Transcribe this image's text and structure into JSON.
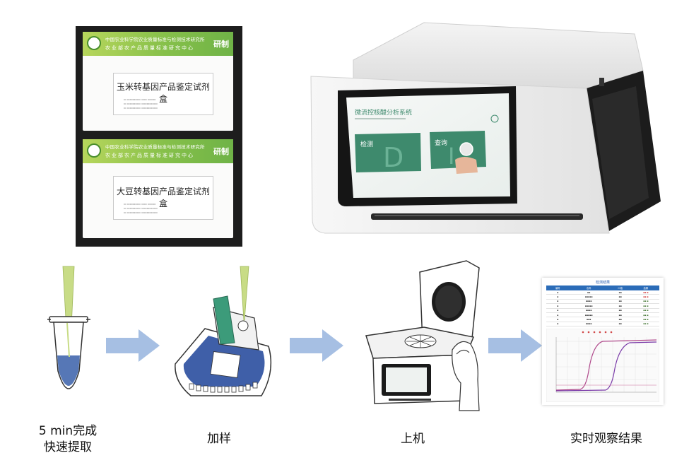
{
  "kits": [
    {
      "org_line1": "中国农业科学院农业质量标准与检测技术研究所",
      "org_line2": "农业部农产品质量标准研究中心",
      "brand": "研制",
      "title": "玉米转基因产品鉴定试剂盒"
    },
    {
      "org_line1": "中国农业科学院农业质量标准与检测技术研究所",
      "org_line2": "农业部农产品质量标准研究中心",
      "brand": "研制",
      "title": "大豆转基因产品鉴定试剂盒"
    }
  ],
  "instrument": {
    "screen_title": "微流控核酸分析系统",
    "buttons": [
      {
        "label": "检测",
        "glyph": "D"
      },
      {
        "label": "查询",
        "glyph": "I"
      }
    ]
  },
  "result_sheet": {
    "title": "检测结果",
    "columns": [
      "编号",
      "名称",
      "Ct值",
      "结果"
    ]
  },
  "steps": [
    {
      "line1": "5 min完成",
      "line2": "快速提取"
    },
    {
      "line1": "加样"
    },
    {
      "line1": "上机"
    },
    {
      "line1": "实时观察结果"
    }
  ],
  "colors": {
    "arrow": "#a6bfe3",
    "kit_band": "#86c04a",
    "screen_button": "#3e8a6d",
    "curve": "#b04a8c"
  }
}
